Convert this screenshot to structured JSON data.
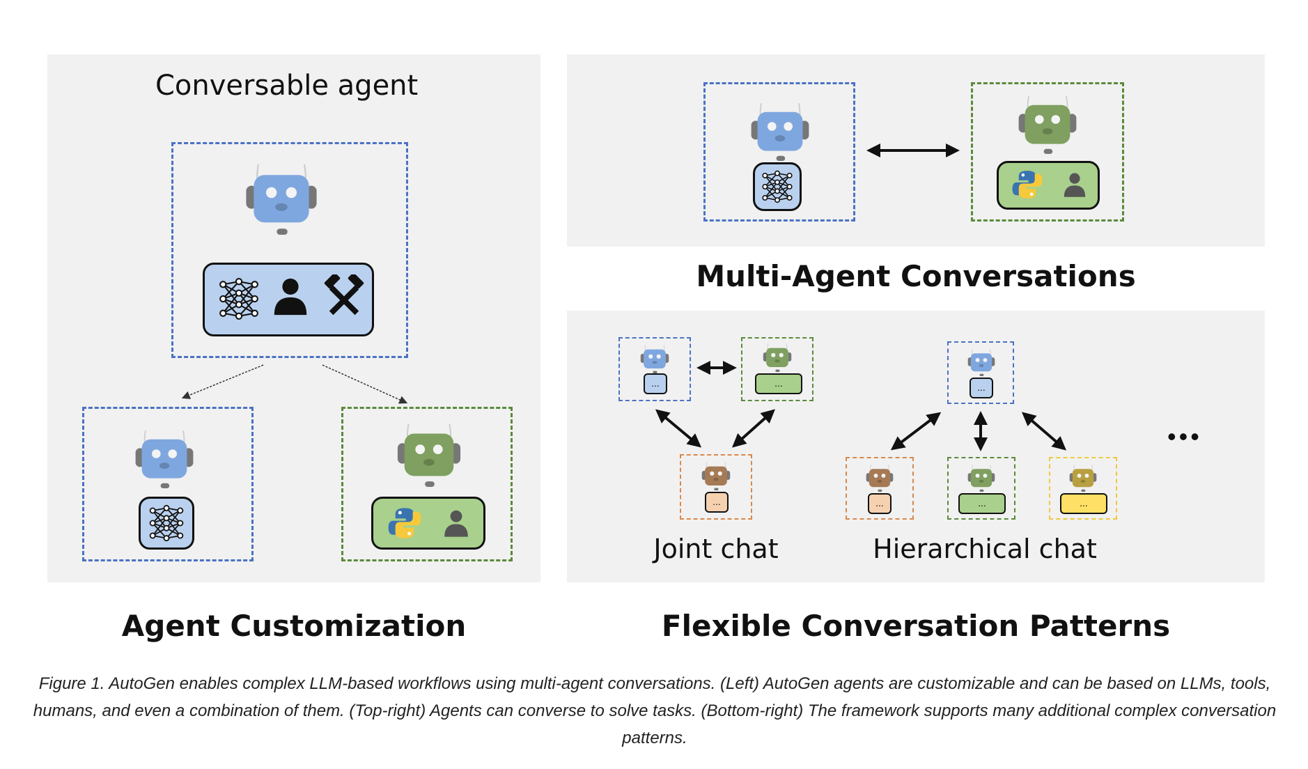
{
  "left_panel": {
    "title": "Conversable agent",
    "heading": "Agent Customization"
  },
  "top_right_panel": {
    "heading": "Multi-Agent Conversations"
  },
  "bottom_right_panel": {
    "joint_label": "Joint chat",
    "hierarchical_label": "Hierarchical chat",
    "more": "•••",
    "heading": "Flexible Conversation Patterns",
    "box_dots": "..."
  },
  "caption": "Figure 1. AutoGen enables complex LLM-based workflows using multi-agent conversations. (Left) AutoGen agents are customizable and can be based on LLMs, tools, humans, and even a combination of them. (Top-right) Agents can converse to solve tasks. (Bottom-right) The framework supports many additional complex conversation patterns.",
  "colors": {
    "blue_agent": "#7fa7df",
    "green_agent": "#7fa060",
    "orange_agent": "#a67a55",
    "yellow_agent": "#b8a040",
    "blue_border": "#4a72c4",
    "green_border": "#5a8a3a",
    "orange_border": "#d9884a",
    "yellow_border": "#f0c93c",
    "panel_bg": "#f1f1f1"
  },
  "icons": [
    "robot-icon",
    "neural-network-icon",
    "person-icon",
    "tools-icon",
    "python-icon",
    "double-arrow-icon"
  ]
}
